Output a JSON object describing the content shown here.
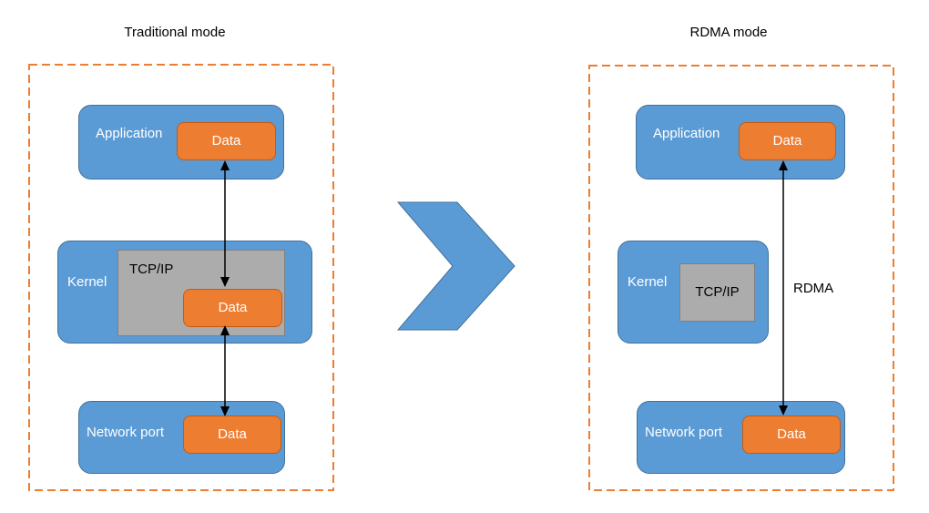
{
  "traditional": {
    "title": "Traditional mode",
    "application": {
      "label": "Application",
      "data_label": "Data"
    },
    "kernel": {
      "label": "Kernel",
      "tcpip_label": "TCP/IP",
      "data_label": "Data"
    },
    "network_port": {
      "label": "Network port",
      "data_label": "Data"
    }
  },
  "rdma": {
    "title": "RDMA mode",
    "application": {
      "label": "Application",
      "data_label": "Data"
    },
    "kernel": {
      "label": "Kernel",
      "tcpip_label": "TCP/IP"
    },
    "network_port": {
      "label": "Network port",
      "data_label": "Data"
    },
    "arrow_label": "RDMA"
  },
  "icons": {
    "transition": "chevron-right-icon",
    "data_flow": "double-headed-vertical-arrow"
  },
  "colors": {
    "background": "#FFFFFF",
    "box_blue": "#5B9BD5",
    "box_blue_border": "#41719C",
    "data_orange": "#ED7D31",
    "data_orange_border": "#C55A11",
    "gray_fill": "#ACACAC",
    "gray_border": "#7F7F7F",
    "boundary_dash": "#ED7D31",
    "arrow": "#000000",
    "label_light": "#FFFFFF",
    "label_dark": "#000000"
  }
}
